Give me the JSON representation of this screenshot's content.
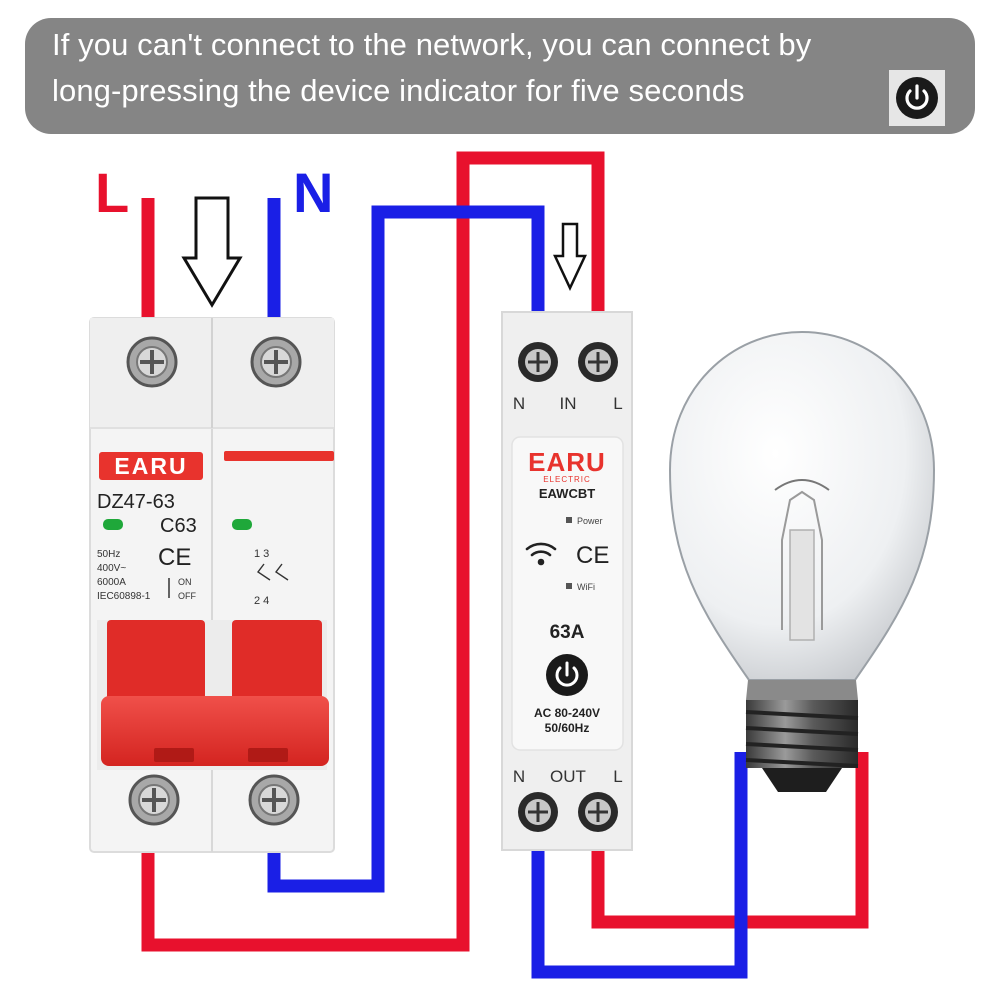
{
  "banner": {
    "line1": "If you can't connect to the network, you can connect by",
    "line2": "long-pressing the device indicator for five seconds",
    "icon": "power-icon"
  },
  "wires": {
    "live_label": "L",
    "neutral_label": "N",
    "live_color": "#e8112d",
    "neutral_color": "#1a1fe6"
  },
  "breaker": {
    "brand": "EARU",
    "model": "DZ47-63",
    "rating": "C63",
    "ce": "CE",
    "specs": [
      "50Hz",
      "400V~",
      "6000A",
      "IEC60898-1"
    ],
    "on_label": "ON",
    "off_label": "OFF",
    "poles_top": "1 3",
    "poles_bottom": "2 4",
    "brand_color": "#e8332d",
    "handle_color": "#e8332d"
  },
  "smart_switch": {
    "brand": "EARU",
    "brand_sub": "ELECTRIC",
    "model": "EAWCBT",
    "power_label": "Power",
    "wifi_label": "WiFi",
    "ce": "CE",
    "current": "63A",
    "voltage": "AC 80-240V",
    "frequency": "50/60Hz",
    "in_labels": [
      "N",
      "IN",
      "L"
    ],
    "out_labels": [
      "N",
      "OUT",
      "L"
    ],
    "button_icon": "power-icon"
  },
  "bulb": {
    "icon": "light-bulb"
  }
}
